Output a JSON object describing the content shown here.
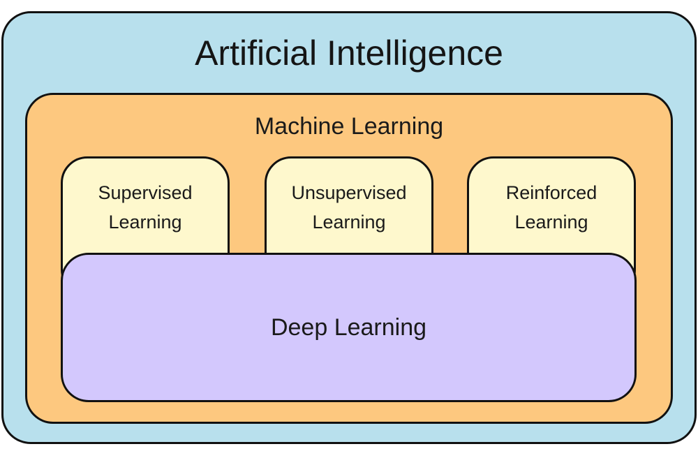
{
  "diagram": {
    "type": "nested-venn-boxes",
    "outer": {
      "label": "Artificial Intelligence",
      "color": "#b8e0ed"
    },
    "middle": {
      "label": "Machine Learning",
      "color": "#fdc87f"
    },
    "subfields": [
      {
        "line1": "Supervised",
        "line2": "Learning"
      },
      {
        "line1": "Unsupervised",
        "line2": "Learning"
      },
      {
        "line1": "Reinforced",
        "line2": "Learning"
      }
    ],
    "subfield_color": "#fef8cd",
    "inner": {
      "label": "Deep Learning",
      "color": "#d3c8fd"
    },
    "border_color": "#111111"
  }
}
